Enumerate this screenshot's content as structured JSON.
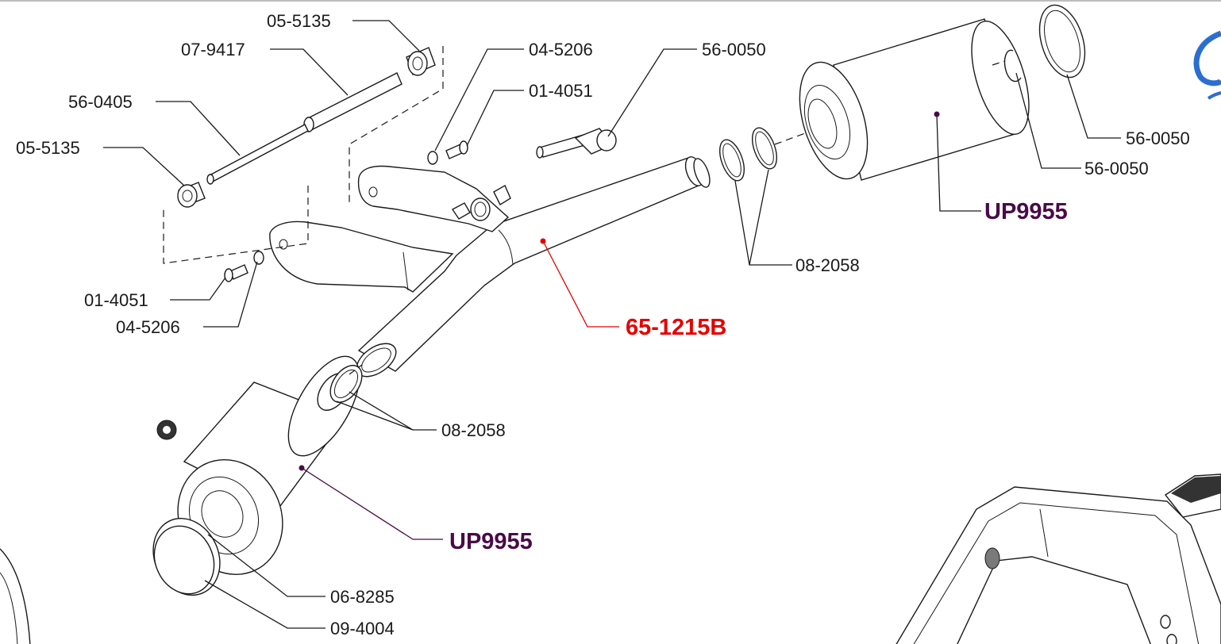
{
  "labels": {
    "p_05_5135_top": "05-5135",
    "p_07_9417": "07-9417",
    "p_56_0405": "56-0405",
    "p_05_5135_left": "05-5135",
    "p_01_4051_left": "01-4051",
    "p_04_5206_left": "04-5206",
    "p_04_5206_top": "04-5206",
    "p_01_4051_top": "01-4051",
    "p_56_0050_mid": "56-0050",
    "p_08_2058_top": "08-2058",
    "p_08_2058_bottom": "08-2058",
    "p_56_0050_right1": "56-0050",
    "p_56_0050_right2": "56-0050",
    "p_06_8285": "06-8285",
    "p_09_4004": "09-4004"
  },
  "callouts": {
    "frame": "65-1215B",
    "roller_top": "UP9955",
    "roller_bottom": "UP9955"
  },
  "colors": {
    "frame_callout": "#e60000",
    "roller_callout": "#4a0a48",
    "logo": "#2a6fd0"
  }
}
